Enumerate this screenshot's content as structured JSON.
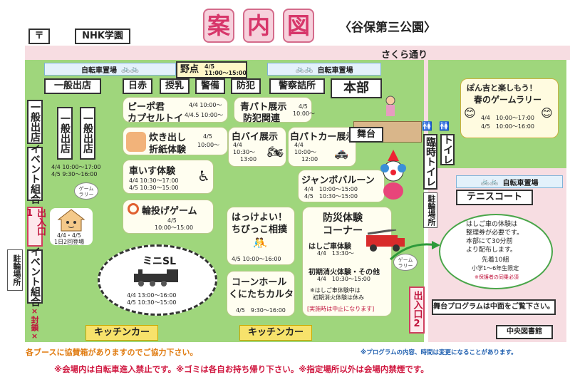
{
  "title": {
    "chars": [
      "案",
      "内",
      "図"
    ],
    "sub": "〈谷保第三公園〉"
  },
  "top_left": {
    "mailbox": "〒",
    "school": "NHK学園"
  },
  "street": "さくら通り",
  "bike": {
    "label": "自転車置場",
    "icon": "🚲🚲"
  },
  "noten": {
    "label": "野点",
    "date": "4/5",
    "time": "11:00～15:00"
  },
  "row_tents": {
    "general": "一般出店",
    "items": [
      "日赤",
      "授乳",
      "警備",
      "防犯",
      "警察詰所"
    ],
    "hq": "本部"
  },
  "left_col": {
    "a": "一般出店",
    "b": "イベント組合",
    "c": "一般出店",
    "d": "一般出店",
    "times": [
      "4/4 10:00～17:00",
      "4/5 9:30～16:00"
    ],
    "exit1": "出入口1",
    "parking": "駐輪場所",
    "event2": "イベント組合",
    "noentry": "×封鎖×"
  },
  "piipo": {
    "title1": "ピーポ君",
    "title2": "カプセルトイ",
    "t1": "4/4 10:00～",
    "t2": "4/4.5 10:00～"
  },
  "aopato": {
    "title1": "青パト展示",
    "title2": "防犯関連",
    "t1": "4/5",
    "t2": "10:00～"
  },
  "takidashi": {
    "title1": "炊き出し",
    "title2": "折紙体験",
    "t1": "4/5",
    "t2": "10:00～"
  },
  "shirobai": {
    "title": "白バイ展示",
    "t1": "4/4",
    "t2": "10:30～",
    "t3": "13:00"
  },
  "shiropato": {
    "title": "白パトカー展示",
    "t1": "4/4",
    "t2": "10:00～",
    "t3": "12:00"
  },
  "stage": "舞台",
  "kurumaisu": {
    "title": "車いす体験",
    "t1": "4/4 10:30～17:00",
    "t2": "4/5 10:30～15:00"
  },
  "jumbo": {
    "title": "ジャンボバルーン",
    "t1": "4/4　10:00～15:00",
    "t2": "4/5　10:30～15:00"
  },
  "rally_bubble": "ゲーム\nラリー",
  "wanage": {
    "title": "輪投げゲーム",
    "t1": "4/5",
    "t2": "10:00～15:00"
  },
  "mascot": {
    "t1": "4/4・4/5",
    "t2": "1日2回登場"
  },
  "sumo": {
    "title1": "はっけよい！",
    "title2": "ちびっこ相撲",
    "t1": "4/5 10:00～16:00"
  },
  "bousai": {
    "title1": "防災体験",
    "title2": "コーナー",
    "hashigo": "はしご車体験",
    "t1": "4/4　13:30～",
    "shoki": "初期消火体験・その他",
    "t2": "4/4　10:30～15:00",
    "note1": "※はしご車体験中は",
    "note2": "初期消火体験は休み",
    "rain": "[実施時は中止になります]"
  },
  "minisl": {
    "title": "ミニSL",
    "t1": "4/4 13:00～16:00",
    "t2": "4/5 10:30～15:00"
  },
  "cornhole": {
    "title1": "コーンホール",
    "title2": "くにたちカルタ",
    "t1": "4/5　9:30～16:00"
  },
  "kitchen": "キッチンカー",
  "exit2": "出入口2",
  "toilet": "トイレ",
  "temp_toilet": "臨時トイレ",
  "parking2": "駐輪場所",
  "rally": {
    "l1": "ぽん吉と楽しもう！",
    "l2": "春のゲームラリー",
    "t1": "4/4　10:00～17:00",
    "t2": "4/5　10:00～16:00"
  },
  "tennis": "テニスコート",
  "ladder_info": {
    "l1": "はしご車の体験は",
    "l2": "整理券が必要です。",
    "l3": "本部にて30分前",
    "l4": "より配布します。",
    "l5": "先着10組",
    "l6": "小学1～6年生限定",
    "l7": "※保護者の同乗必須"
  },
  "stage_prog": "舞台プログラムは中面をご覧下さい。",
  "library": "中央図書館",
  "footer": {
    "orange": "各ブースに協賛箱がありますのでご協力下さい。",
    "blue": "※プログラムの内容、時間は変更になることがあります。",
    "red": "※会場内は自転車進入禁止です。※ゴミは各自お持ち帰り下さい。※指定場所以外は会場内禁煙です。"
  },
  "colors": {
    "ground": "#9fd67c",
    "street": "#f7dde2",
    "accent": "#d7366a"
  }
}
